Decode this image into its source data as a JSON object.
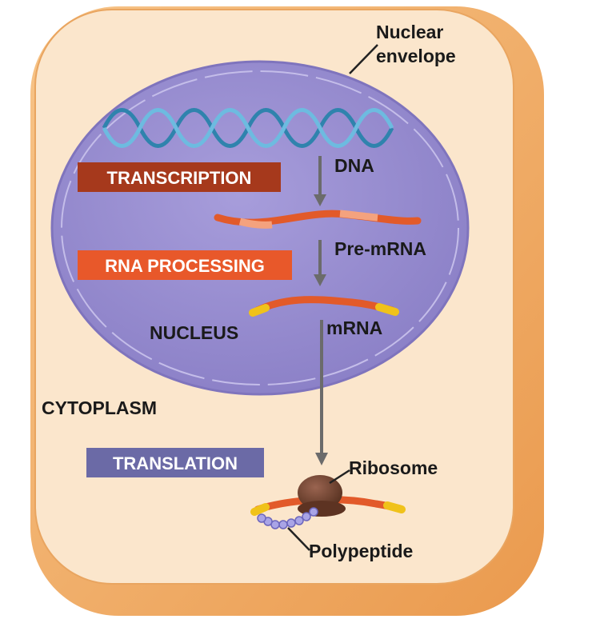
{
  "labels": {
    "nuclear_envelope_line1": "Nuclear",
    "nuclear_envelope_line2": "envelope",
    "dna": "DNA",
    "pre_mrna": "Pre-mRNA",
    "mrna": "mRNA",
    "nucleus": "NUCLEUS",
    "cytoplasm": "CYTOPLASM",
    "ribosome": "Ribosome",
    "polypeptide": "Polypeptide"
  },
  "steps": {
    "transcription": "TRANSCRIPTION",
    "rna_processing": "RNA PROCESSING",
    "translation": "TRANSLATION"
  },
  "colors": {
    "cell_fill": "#fbe3c7",
    "cell_rim": "#f1a85f",
    "nucleus_fill": "#9b8fd0",
    "dna": "#3a8fb8",
    "mrna": "#e25a2a",
    "mrna_light": "#f4a27e",
    "cap": "#f0c21a",
    "ribosome": "#6e4030",
    "polypeptide": "#8f8ad8",
    "transcription_banner": "#a6391c",
    "rna_processing_banner": "#e8582a",
    "translation_banner": "#6b6aa6",
    "arrow": "#6b6b6b"
  }
}
